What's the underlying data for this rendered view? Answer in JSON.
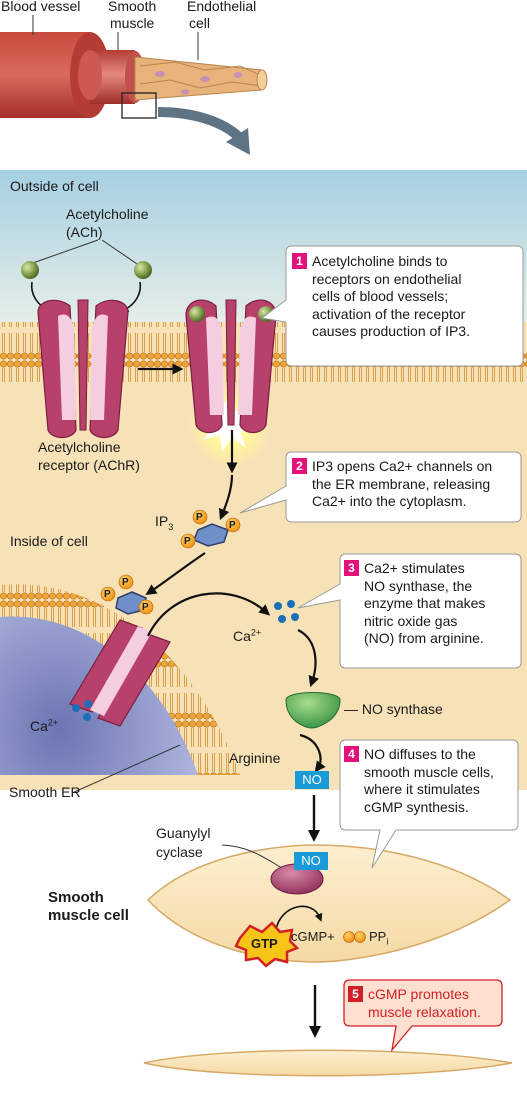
{
  "top_labels": {
    "blood_vessel": "Blood vessel",
    "smooth_muscle_l1": "Smooth",
    "smooth_muscle_l2": "muscle",
    "endothelial_l1": "Endothelial",
    "endothelial_l2": "cell"
  },
  "regions": {
    "outside": "Outside of cell",
    "inside": "Inside of cell"
  },
  "molecules": {
    "ach_l1": "Acetylcholine",
    "ach_l2": "(ACh)",
    "achr_l1": "Acetylcholine",
    "achr_l2": "receptor (AChR)",
    "ip3": "IP",
    "ip3_sub": "3",
    "p": "P",
    "ca": "Ca",
    "ca_sup": "2+",
    "no_synthase": "— NO synthase",
    "arginine": "Arginine",
    "no": "NO",
    "smooth_er": "Smooth ER",
    "guanylyl_l1": "Guanylyl",
    "guanylyl_l2": "cyclase",
    "smooth_cell_l1": "Smooth",
    "smooth_cell_l2": "muscle cell",
    "gtp": "GTP",
    "cgmp": "cGMP+",
    "ppi": "PP",
    "ppi_sub": "i"
  },
  "steps": [
    {
      "num": "1",
      "lines": [
        "Acetylcholine binds to",
        "receptors on endothelial",
        "cells of blood vessels;",
        "activation of the receptor",
        "causes production of IP3."
      ]
    },
    {
      "num": "2",
      "lines": [
        "IP3 opens Ca2+ channels on",
        "the ER membrane, releasing",
        "Ca2+ into the cytoplasm."
      ]
    },
    {
      "num": "3",
      "lines": [
        "Ca2+ stimulates",
        "NO synthase, the",
        "enzyme that makes",
        "nitric oxide gas",
        "(NO) from arginine."
      ]
    },
    {
      "num": "4",
      "lines": [
        "NO diffuses to the",
        "smooth muscle cells,",
        "where it stimulates",
        "cGMP synthesis."
      ]
    },
    {
      "num": "5",
      "lines": [
        "cGMP promotes",
        "muscle relaxation."
      ]
    }
  ],
  "colors": {
    "step_badge": "#e2127a",
    "step5_badge": "#d21f26",
    "no_chip": "#1a9bd7",
    "outside_top": "#a7cfe0",
    "cytoplasm": "#f7e2b7",
    "receptor": "#b7416a",
    "er_lumen": "#7a83bb",
    "smooth_muscle_fill": "#fae7bf"
  }
}
